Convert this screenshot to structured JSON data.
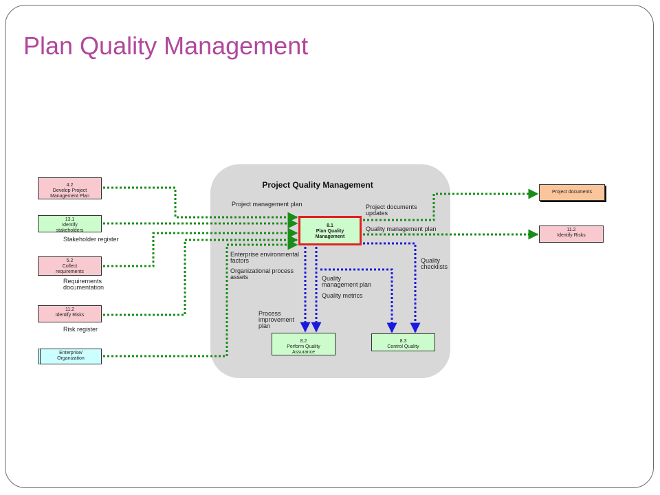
{
  "title": "Plan Quality Management",
  "panel_title": "Project Quality Management",
  "nodes": {
    "develop_pmp": {
      "num": "4.2",
      "name": "Develop Project Management Plan"
    },
    "identify_stakeholders": {
      "num": "13.1",
      "name": "Identify stakeholders"
    },
    "collect_requirements": {
      "num": "5.2",
      "name": "Collect requirements"
    },
    "identify_risks_left": {
      "num": "11.2",
      "name": "Identify Risks"
    },
    "enterprise": {
      "name": "Enterprise/ Organization"
    },
    "plan_quality": {
      "num": "8.1",
      "name": "Plan Quality Management"
    },
    "perform_qa": {
      "num": "8.2",
      "name": "Perform Quality Assurance"
    },
    "control_quality": {
      "num": "8.3",
      "name": "Control Quality"
    },
    "project_documents": {
      "name": "Project documents"
    },
    "identify_risks_right": {
      "num": "11.2",
      "name": "Identify Risks"
    }
  },
  "labels": {
    "stakeholder_register": "Stakeholder register",
    "requirements_documentation": "Requirements\ndocumentation",
    "risk_register": "Risk register",
    "project_management_plan": "Project management plan",
    "enterprise_env_factors": "Enterprise environmental\nfactors",
    "org_process_assets": "Organizational process\nassets",
    "project_documents_updates": "Project documents\nupdates",
    "quality_management_plan_out": "Quality management plan",
    "quality_checklists": "Quality\nchecklists",
    "quality_management_plan": "Quality\nmanagement plan",
    "quality_metrics": "Quality metrics",
    "process_improvement_plan": "Process\nimprovement\nplan"
  },
  "colors": {
    "title": "#b0479a",
    "input_arrow": "#1a8c1a",
    "output_arrow": "#1a8c1a",
    "internal_arrow": "#1a1adc",
    "highlight_border": "#e02020"
  }
}
